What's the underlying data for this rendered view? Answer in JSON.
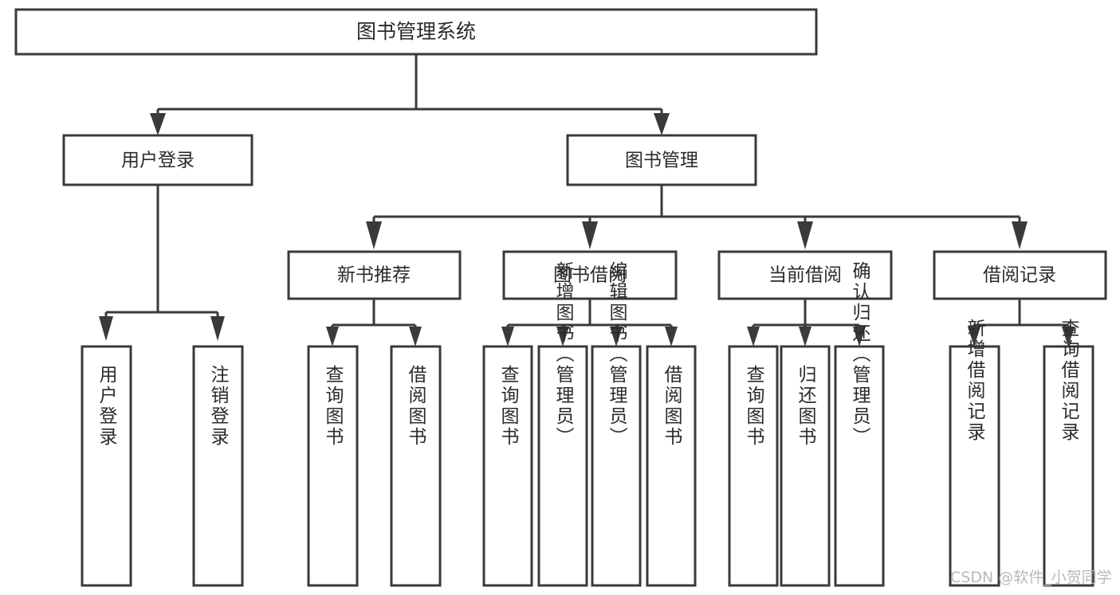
{
  "diagram": {
    "title": "图书管理系统",
    "type": "tree-hierarchy-diagram",
    "root": {
      "id": "root",
      "label": "图书管理系统"
    },
    "level2": [
      {
        "id": "user-login",
        "label": "用户登录"
      },
      {
        "id": "book-manage",
        "label": "图书管理"
      }
    ],
    "level3": [
      {
        "id": "new-book-recommend",
        "label": "新书推荐",
        "parent": "book-manage"
      },
      {
        "id": "book-borrow",
        "label": "图书借阅",
        "parent": "book-manage"
      },
      {
        "id": "current-borrow",
        "label": "当前借阅",
        "parent": "book-manage"
      },
      {
        "id": "borrow-record",
        "label": "借阅记录",
        "parent": "book-manage"
      }
    ],
    "leaves": {
      "user-login": [
        {
          "id": "leaf-user-login",
          "label": "用户登录"
        },
        {
          "id": "leaf-user-logout",
          "label": "注销登录"
        }
      ],
      "new-book-recommend": [
        {
          "id": "leaf-query-book-1",
          "label": "查询图书"
        },
        {
          "id": "leaf-borrow-book-1",
          "label": "借阅图书"
        }
      ],
      "book-borrow": [
        {
          "id": "leaf-query-book-2",
          "label": "查询图书"
        },
        {
          "id": "leaf-add-book",
          "label": "新增图书（管理员）"
        },
        {
          "id": "leaf-edit-book",
          "label": "编辑图书（管理员）"
        },
        {
          "id": "leaf-borrow-book-2",
          "label": "借阅图书"
        }
      ],
      "current-borrow": [
        {
          "id": "leaf-query-book-3",
          "label": "查询图书"
        },
        {
          "id": "leaf-return-book",
          "label": "归还图书"
        },
        {
          "id": "leaf-confirm-return",
          "label": "确认归还（管理员）"
        }
      ],
      "borrow-record": [
        {
          "id": "leaf-add-record",
          "label": "新增借阅记录"
        },
        {
          "id": "leaf-query-record",
          "label": "查询借阅记录"
        }
      ]
    }
  },
  "watermark": {
    "text": "CSDN @软件_小贺同学"
  },
  "colors": {
    "box_stroke": "#3a3a3a",
    "box_fill": "#ffffff",
    "text": "#2b2b2b",
    "background": "#ffffff",
    "watermark": "#b9b9b9"
  }
}
